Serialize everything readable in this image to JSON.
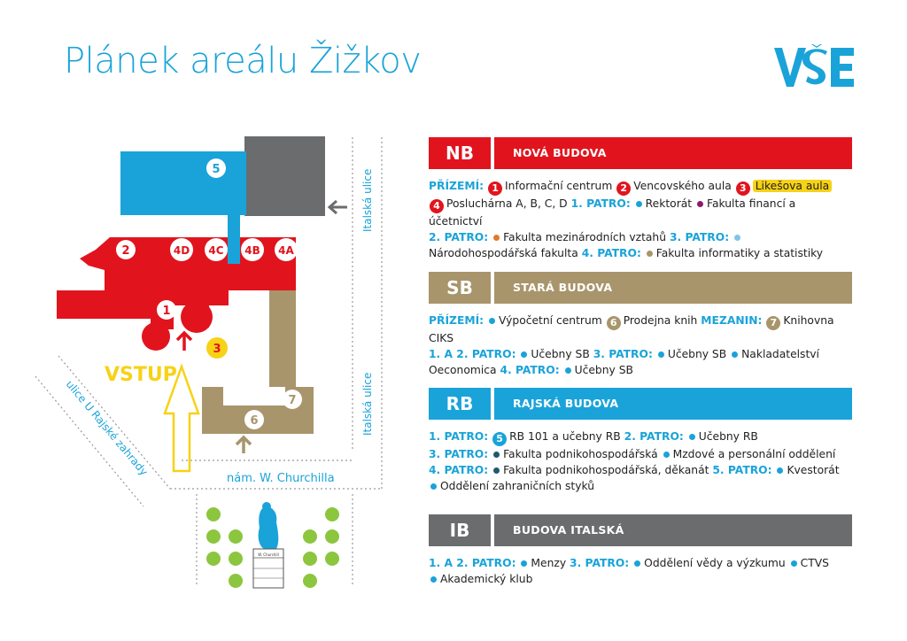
{
  "title": "Plánek areálu Žižkov",
  "logo_text": "VŠE",
  "colors": {
    "accent": "#1aa3d9",
    "red": "#e1141e",
    "tan": "#a8956b",
    "blue": "#1aa3d9",
    "gray": "#6a6c6e",
    "yellow": "#f7d216",
    "green": "#8cc63f"
  },
  "map": {
    "entrance": "VSTUP",
    "street_right_top": "Italská ulice",
    "street_right_bottom": "Italská ulice",
    "street_left": "ulice U Rajské zahrady",
    "square": "nám. W. Churchilla",
    "statue": "W. Churchill",
    "labels": {
      "b5": "5",
      "b2": "2",
      "b4d": "4D",
      "b4c": "4C",
      "b4b": "4B",
      "b4a": "4A",
      "b1": "1",
      "b3": "3",
      "b7": "7",
      "b6": "6"
    }
  },
  "sections": {
    "nb": {
      "code": "NB",
      "name": "NOVÁ BUDOVA",
      "prizemi": "PŘÍZEMÍ:",
      "n1": "1",
      "t1": "Informační centrum",
      "n2": "2",
      "t2": "Vencovského aula",
      "n3": "3",
      "t3": "Likešova aula",
      "n4": "4",
      "t4": "Posluchárna A, B, C, D",
      "p1": "1. PATRO:",
      "t5": "Rektorát",
      "t6": "Fakulta financí a účetnictví",
      "p2": "2. PATRO:",
      "t7": "Fakulta mezinárodních vztahů",
      "p3": "3. PATRO:",
      "t8": "Národohospodářská fakulta",
      "p4": "4. PATRO:",
      "t9": "Fakulta informatiky a statistiky"
    },
    "sb": {
      "code": "SB",
      "name": "STARÁ BUDOVA",
      "prizemi": "PŘÍZEMÍ:",
      "t1": "Výpočetní centrum",
      "n6": "6",
      "t2": "Prodejna knih",
      "mezanin": "MEZANIN:",
      "n7": "7",
      "t3": "Knihovna CIKS",
      "p12": "1. A 2. PATRO:",
      "t4": "Učebny SB",
      "p3": "3. PATRO:",
      "t5": "Učebny SB",
      "t6": "Nakladatelství Oeconomica",
      "p4": "4. PATRO:",
      "t7": "Učebny SB"
    },
    "rb": {
      "code": "RB",
      "name": "RAJSKÁ BUDOVA",
      "p1": "1. PATRO:",
      "n5": "5",
      "t1": "RB 101 a učebny RB",
      "p2": "2. PATRO:",
      "t2": "Učebny RB",
      "p3": "3. PATRO:",
      "t3": "Fakulta podnikohospodářská",
      "t4": "Mzdové a personální oddělení",
      "p4": "4. PATRO:",
      "t5": "Fakulta podnikohospodářská, děkanát",
      "p5": "5. PATRO:",
      "t6": "Kvestorát",
      "t7": "Oddělení zahraničních styků"
    },
    "ib": {
      "code": "IB",
      "name": "BUDOVA ITALSKÁ",
      "p12": "1. A 2. PATRO:",
      "t1": "Menzy",
      "p3": "3. PATRO:",
      "t2": "Oddělení vědy a výzkumu",
      "t3": "CTVS",
      "t4": "Akademický klub"
    }
  }
}
